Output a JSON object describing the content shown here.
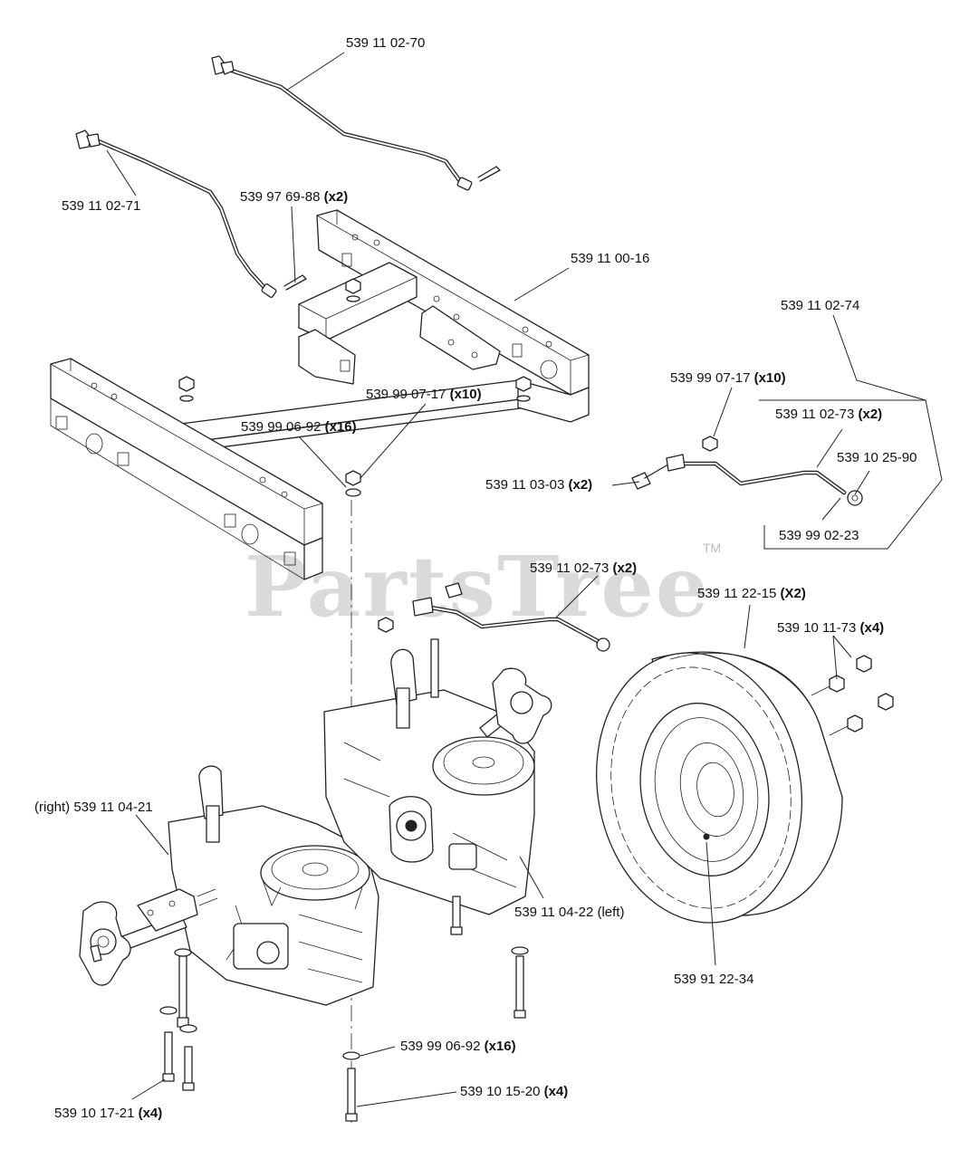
{
  "watermark": {
    "text": "PartsTree",
    "tm": "TM"
  },
  "callouts": [
    {
      "id": "c1",
      "part": "539 11 02-70",
      "qty": ""
    },
    {
      "id": "c2",
      "part": "539 11 02-71",
      "qty": ""
    },
    {
      "id": "c3",
      "part": "539 97 69-88",
      "qty": "(x2)"
    },
    {
      "id": "c4",
      "part": "539 11 00-16",
      "qty": ""
    },
    {
      "id": "c5",
      "part": "539 11 02-74",
      "qty": ""
    },
    {
      "id": "c6",
      "part": "539 99 07-17",
      "qty": "(x10)"
    },
    {
      "id": "c7",
      "part": "539 99 07-17",
      "qty": "(x10)"
    },
    {
      "id": "c8",
      "part": "539 99 06-92",
      "qty": "(x16)"
    },
    {
      "id": "c9",
      "part": "539 11 02-73",
      "qty": "(x2)"
    },
    {
      "id": "c10",
      "part": "539 10 25-90",
      "qty": ""
    },
    {
      "id": "c11",
      "part": "539 11 03-03",
      "qty": "(x2)"
    },
    {
      "id": "c12",
      "part": "539 99 02-23",
      "qty": ""
    },
    {
      "id": "c13",
      "part": "539 11 02-73",
      "qty": "(x2)"
    },
    {
      "id": "c14",
      "part": "539 11 22-15",
      "qty": "(X2)"
    },
    {
      "id": "c15",
      "part": "539 10 11-73",
      "qty": "(x4)"
    },
    {
      "id": "c16",
      "part": "(right) 539 11 04-21",
      "qty": ""
    },
    {
      "id": "c17",
      "part": "539 11 04-22 (left)",
      "qty": ""
    },
    {
      "id": "c18",
      "part": "539 91 22-34",
      "qty": ""
    },
    {
      "id": "c19",
      "part": "539 99 06-92",
      "qty": "(x16)"
    },
    {
      "id": "c20",
      "part": "539 10 15-20",
      "qty": "(x4)"
    },
    {
      "id": "c21",
      "part": "539 10 17-21",
      "qty": "(x4)"
    }
  ]
}
